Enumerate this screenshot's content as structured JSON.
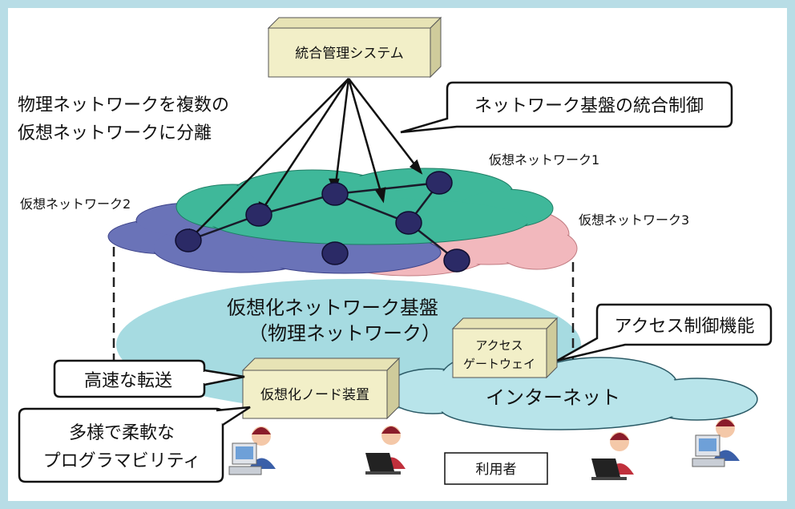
{
  "top_system": "統合管理システム",
  "note_separation": [
    "物理ネットワークを複数の",
    "仮想ネットワークに分離"
  ],
  "callout_integrated_control": "ネットワーク基盤の統合制御",
  "virtual_networks": {
    "vn1": "仮想ネットワーク1",
    "vn2": "仮想ネットワーク2",
    "vn3": "仮想ネットワーク3"
  },
  "physical_infra": {
    "line1": "仮想化ネットワーク基盤",
    "line2": "（物理ネットワーク）"
  },
  "callout_access_control": "アクセス制御機能",
  "access_gateway": [
    "アクセス",
    "ゲートウェイ"
  ],
  "internet": "インターネット",
  "callout_fast_transfer": "高速な転送",
  "virtual_node_device": "仮想化ノード装置",
  "callout_programmability": [
    "多様で柔軟な",
    "プログラマビリティ"
  ],
  "users_label": "利用者",
  "colors": {
    "frame": "#b8dde6",
    "box_face": "#f2efc8",
    "vn1_green": "#3fb89a",
    "vn2_blue": "#6a73b8",
    "vn3_pink": "#f2b8bd",
    "infra_ellipse": "#a6dbe1",
    "internet_cloud": "#b8e4ea",
    "node": "#2b2a66"
  }
}
